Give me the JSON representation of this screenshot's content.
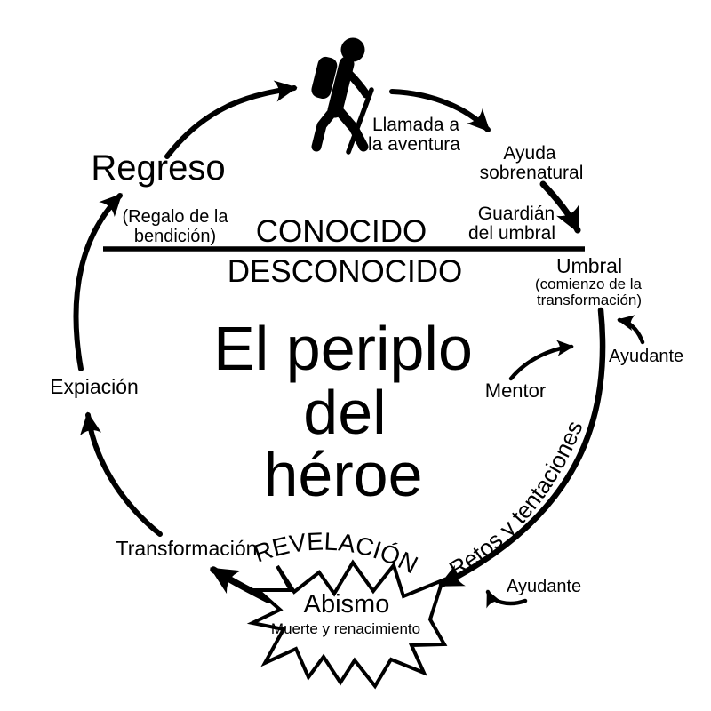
{
  "colors": {
    "ink": "#000000",
    "background": "#ffffff"
  },
  "icons": {
    "hiker": "hiker-icon"
  },
  "title": {
    "lines": [
      "El periplo",
      "del",
      "héroe"
    ]
  },
  "zones": {
    "known": "CONOCIDO",
    "unknown": "DESCONOCIDO"
  },
  "stages": {
    "regreso": {
      "label": "Regreso",
      "sub_lines": [
        "(Regalo de la",
        "bendición)"
      ]
    },
    "llamada": {
      "lines": [
        "Llamada a",
        "la aventura"
      ]
    },
    "ayuda_sobrenatural": {
      "lines": [
        "Ayuda",
        "sobrenatural"
      ]
    },
    "guardian": {
      "lines": [
        "Guardián",
        "del umbral"
      ]
    },
    "umbral": {
      "label": "Umbral",
      "sub_lines": [
        "(comienzo de la",
        "transformación)"
      ]
    },
    "ayudante_superior": "Ayudante",
    "mentor": "Mentor",
    "retos": "Retos y tentaciones",
    "ayudante_inferior": "Ayudante",
    "abismo": {
      "label": "Abismo",
      "sub": "Muerte y renacimiento"
    },
    "revelacion": "REVELACIÓN",
    "transformacion": "Transformación",
    "expiacion": "Expiación"
  }
}
